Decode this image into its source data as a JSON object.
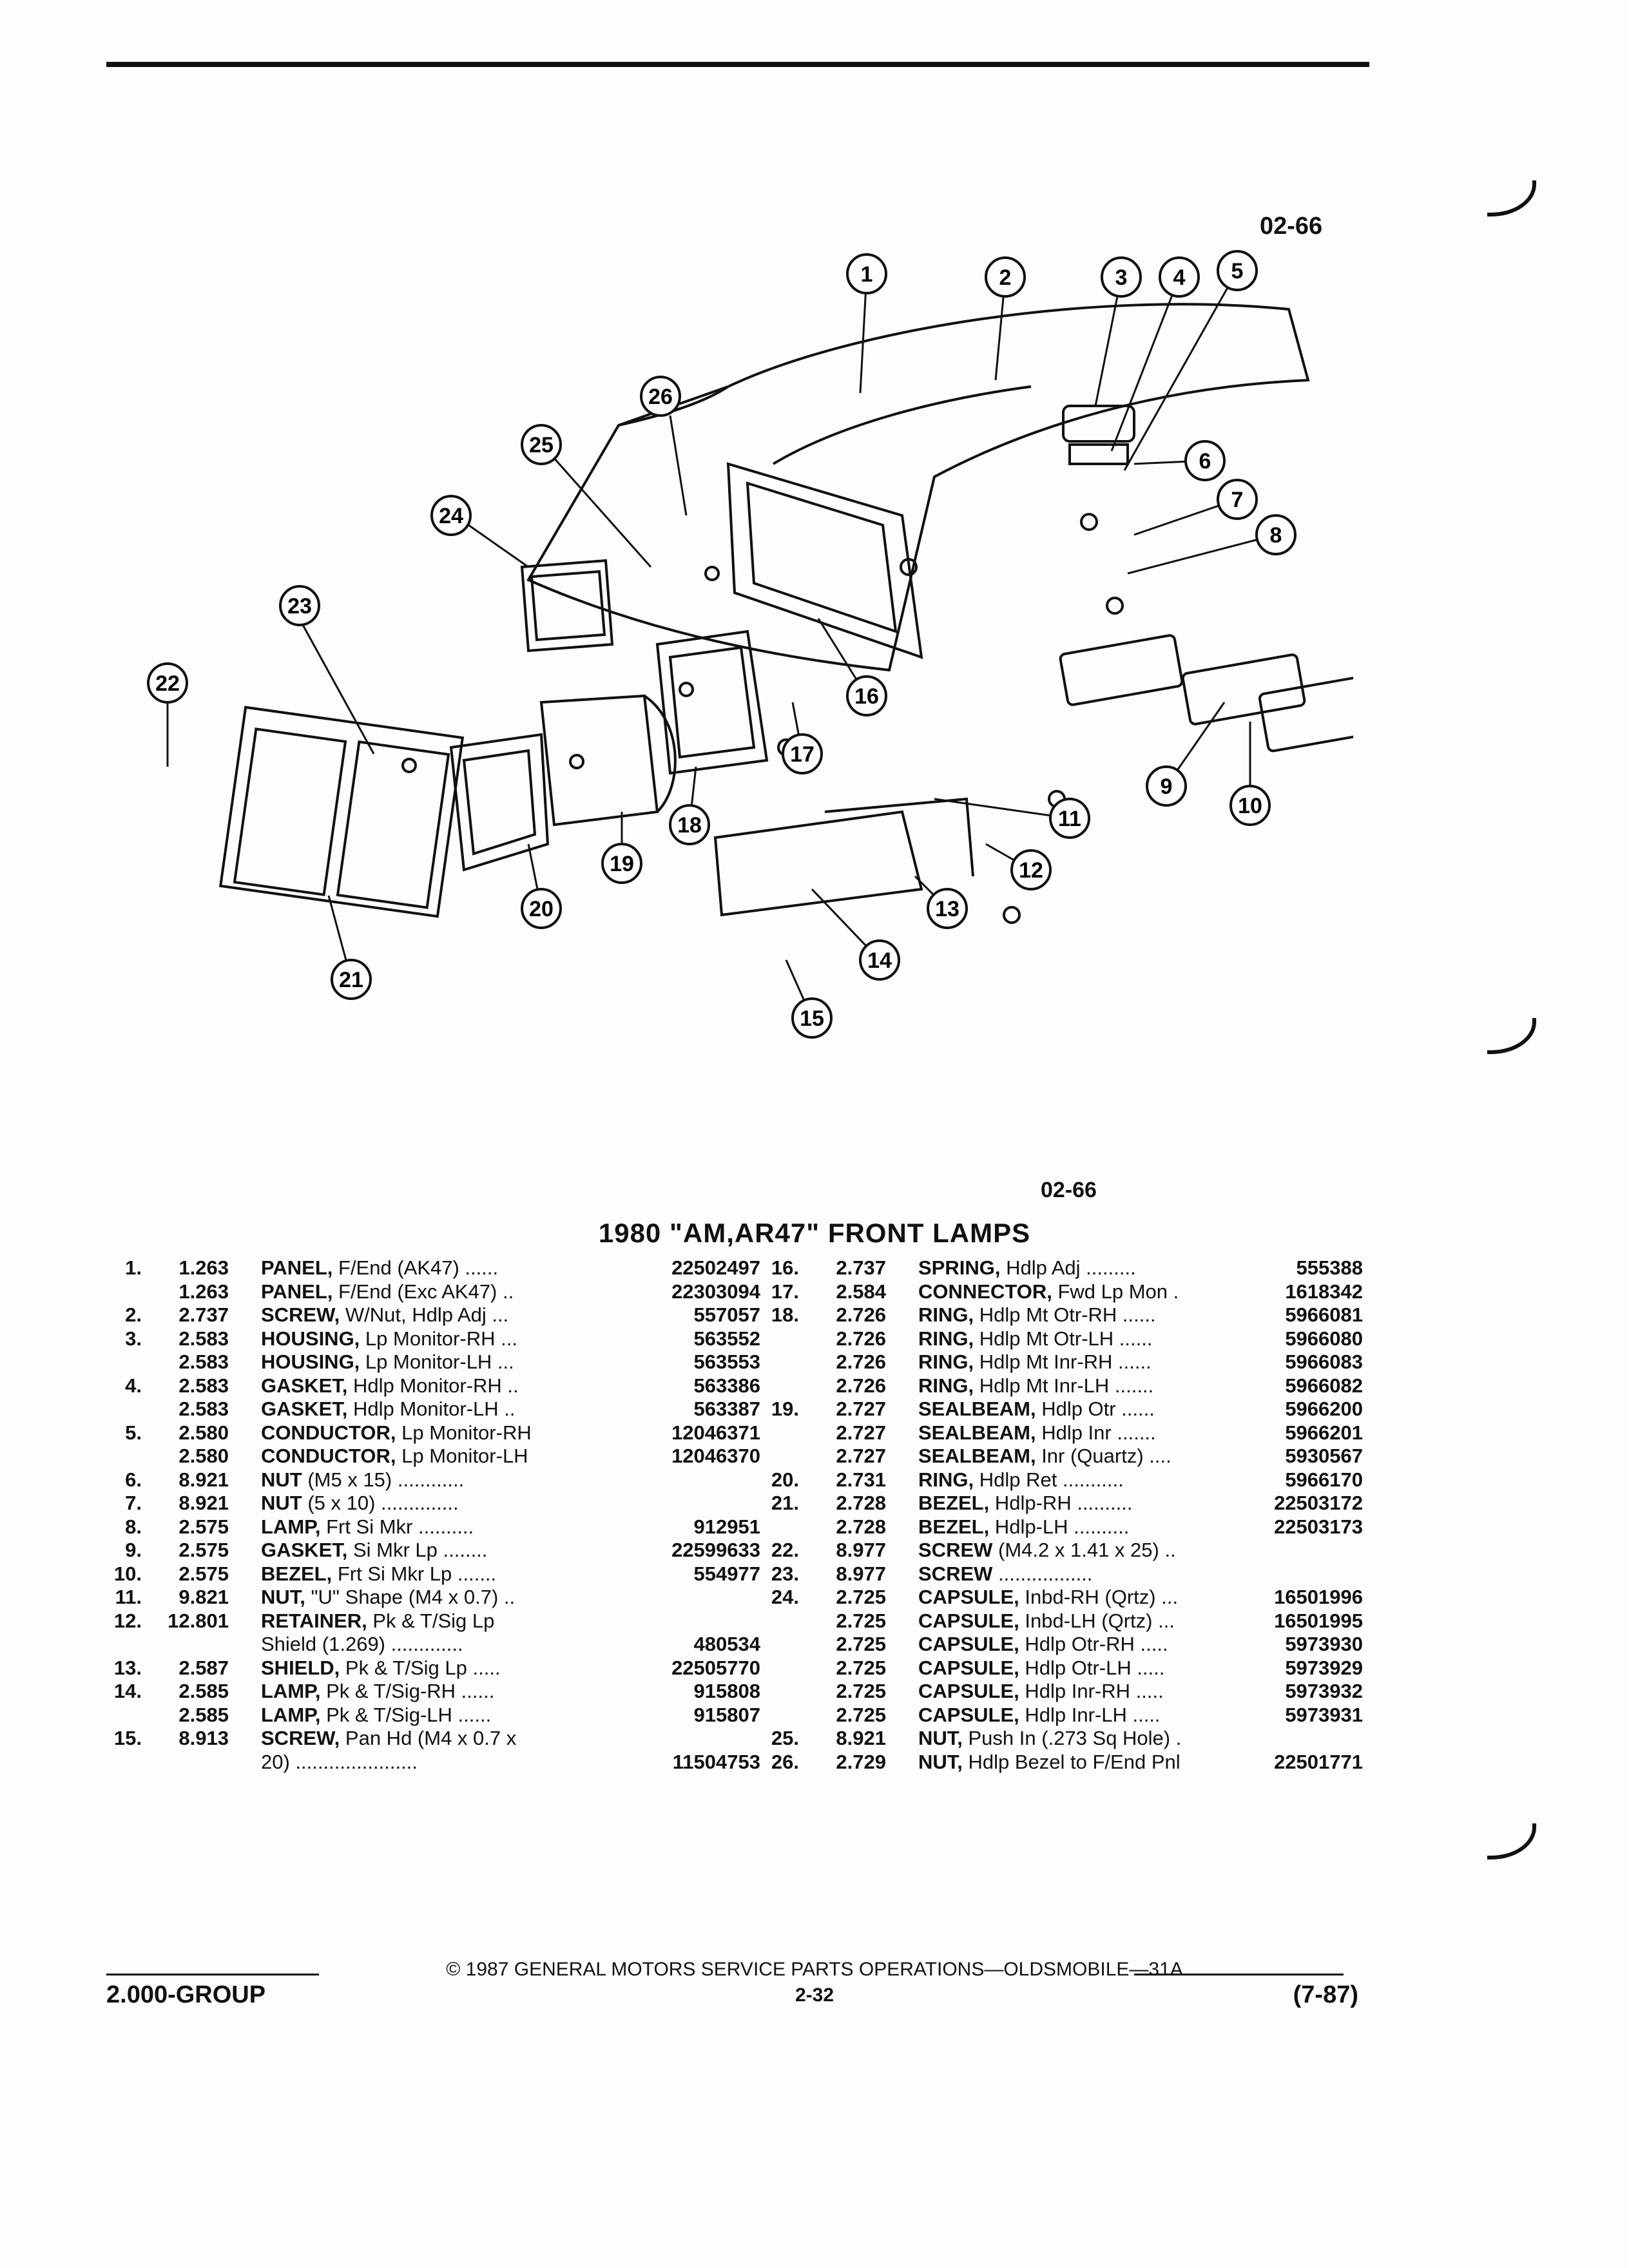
{
  "figure_code_top": "02-66",
  "figure_code_bottom": "02-66",
  "callouts": [
    "1",
    "2",
    "3",
    "4",
    "5",
    "6",
    "7",
    "8",
    "9",
    "10",
    "11",
    "12",
    "13",
    "14",
    "15",
    "16",
    "17",
    "18",
    "19",
    "20",
    "21",
    "22",
    "23",
    "24",
    "25",
    "26"
  ],
  "title": "1980 \"AM,AR47\" FRONT LAMPS",
  "left_column": [
    {
      "ref": "1.",
      "group": "1.263",
      "name": "PANEL,",
      "desc": " F/End (AK47)",
      "dots": " ......",
      "part": "22502497"
    },
    {
      "ref": "",
      "group": "1.263",
      "name": "PANEL,",
      "desc": " F/End (Exc AK47)",
      "dots": " ..",
      "part": "22303094"
    },
    {
      "ref": "2.",
      "group": "2.737",
      "name": "SCREW,",
      "desc": " W/Nut, Hdlp Adj",
      "dots": " ...",
      "part": "557057"
    },
    {
      "ref": "3.",
      "group": "2.583",
      "name": "HOUSING,",
      "desc": " Lp Monitor-RH",
      "dots": " ...",
      "part": "563552"
    },
    {
      "ref": "",
      "group": "2.583",
      "name": "HOUSING,",
      "desc": " Lp Monitor-LH",
      "dots": " ...",
      "part": "563553"
    },
    {
      "ref": "4.",
      "group": "2.583",
      "name": "GASKET,",
      "desc": " Hdlp Monitor-RH",
      "dots": " ..",
      "part": "563386"
    },
    {
      "ref": "",
      "group": "2.583",
      "name": "GASKET,",
      "desc": " Hdlp Monitor-LH",
      "dots": " ..",
      "part": "563387"
    },
    {
      "ref": "5.",
      "group": "2.580",
      "name": "CONDUCTOR,",
      "desc": " Lp Monitor-RH",
      "dots": "",
      "part": "12046371"
    },
    {
      "ref": "",
      "group": "2.580",
      "name": "CONDUCTOR,",
      "desc": " Lp Monitor-LH",
      "dots": "",
      "part": "12046370"
    },
    {
      "ref": "6.",
      "group": "8.921",
      "name": "NUT",
      "desc": " (M5 x 15)",
      "dots": " ............",
      "part": ""
    },
    {
      "ref": "7.",
      "group": "8.921",
      "name": "NUT",
      "desc": " (5 x 10)",
      "dots": " ..............",
      "part": ""
    },
    {
      "ref": "8.",
      "group": "2.575",
      "name": "LAMP,",
      "desc": " Frt Si Mkr",
      "dots": " ..........",
      "part": "912951"
    },
    {
      "ref": "9.",
      "group": "2.575",
      "name": "GASKET,",
      "desc": " Si Mkr Lp",
      "dots": " ........",
      "part": "22599633"
    },
    {
      "ref": "10.",
      "group": "2.575",
      "name": "BEZEL,",
      "desc": " Frt Si Mkr Lp",
      "dots": " .......",
      "part": "554977"
    },
    {
      "ref": "11.",
      "group": "9.821",
      "name": "NUT,",
      "desc": " \"U\" Shape (M4 x 0.7)",
      "dots": " ..",
      "part": ""
    },
    {
      "ref": "12.",
      "group": "12.801",
      "name": "RETAINER,",
      "desc": " Pk & T/Sig Lp",
      "dots": "",
      "part": ""
    },
    {
      "ref": "",
      "group": "",
      "name": "",
      "desc": "Shield (1.269)",
      "dots": " .............",
      "part": "480534"
    },
    {
      "ref": "13.",
      "group": "2.587",
      "name": "SHIELD,",
      "desc": " Pk & T/Sig Lp",
      "dots": " .....",
      "part": "22505770"
    },
    {
      "ref": "14.",
      "group": "2.585",
      "name": "LAMP,",
      "desc": " Pk & T/Sig-RH",
      "dots": " ......",
      "part": "915808"
    },
    {
      "ref": "",
      "group": "2.585",
      "name": "LAMP,",
      "desc": " Pk & T/Sig-LH",
      "dots": " ......",
      "part": "915807"
    },
    {
      "ref": "15.",
      "group": "8.913",
      "name": "SCREW,",
      "desc": " Pan Hd (M4 x 0.7 x",
      "dots": "",
      "part": ""
    },
    {
      "ref": "",
      "group": "",
      "name": "",
      "desc": "20)",
      "dots": " ......................",
      "part": "11504753"
    }
  ],
  "right_column": [
    {
      "ref": "16.",
      "group": "2.737",
      "name": "SPRING,",
      "desc": " Hdlp Adj",
      "dots": " .........",
      "part": "555388"
    },
    {
      "ref": "17.",
      "group": "2.584",
      "name": "CONNECTOR,",
      "desc": " Fwd Lp Mon",
      "dots": " .",
      "part": "1618342"
    },
    {
      "ref": "18.",
      "group": "2.726",
      "name": "RING,",
      "desc": " Hdlp Mt Otr-RH",
      "dots": " ......",
      "part": "5966081"
    },
    {
      "ref": "",
      "group": "2.726",
      "name": "RING,",
      "desc": " Hdlp Mt Otr-LH",
      "dots": " ......",
      "part": "5966080"
    },
    {
      "ref": "",
      "group": "2.726",
      "name": "RING,",
      "desc": " Hdlp Mt Inr-RH",
      "dots": " ......",
      "part": "5966083"
    },
    {
      "ref": "",
      "group": "2.726",
      "name": "RING,",
      "desc": " Hdlp Mt Inr-LH",
      "dots": " .......",
      "part": "5966082"
    },
    {
      "ref": "19.",
      "group": "2.727",
      "name": "SEALBEAM,",
      "desc": " Hdlp Otr",
      "dots": " ......",
      "part": "5966200"
    },
    {
      "ref": "",
      "group": "2.727",
      "name": "SEALBEAM,",
      "desc": " Hdlp Inr",
      "dots": " .......",
      "part": "5966201"
    },
    {
      "ref": "",
      "group": "2.727",
      "name": "SEALBEAM,",
      "desc": " Inr (Quartz)",
      "dots": " ....",
      "part": "5930567"
    },
    {
      "ref": "20.",
      "group": "2.731",
      "name": "RING,",
      "desc": " Hdlp Ret",
      "dots": " ...........",
      "part": "5966170"
    },
    {
      "ref": "21.",
      "group": "2.728",
      "name": "BEZEL,",
      "desc": " Hdlp-RH",
      "dots": " ..........",
      "part": "22503172"
    },
    {
      "ref": "",
      "group": "2.728",
      "name": "BEZEL,",
      "desc": " Hdlp-LH",
      "dots": " ..........",
      "part": "22503173"
    },
    {
      "ref": "22.",
      "group": "8.977",
      "name": "SCREW",
      "desc": " (M4.2 x 1.41 x 25)",
      "dots": " ..",
      "part": ""
    },
    {
      "ref": "23.",
      "group": "8.977",
      "name": "SCREW",
      "desc": "",
      "dots": " .................",
      "part": ""
    },
    {
      "ref": "24.",
      "group": "2.725",
      "name": "CAPSULE,",
      "desc": " Inbd-RH (Qrtz)",
      "dots": " ...",
      "part": "16501996"
    },
    {
      "ref": "",
      "group": "2.725",
      "name": "CAPSULE,",
      "desc": " Inbd-LH (Qrtz)",
      "dots": " ...",
      "part": "16501995"
    },
    {
      "ref": "",
      "group": "2.725",
      "name": "CAPSULE,",
      "desc": " Hdlp Otr-RH",
      "dots": " .....",
      "part": "5973930"
    },
    {
      "ref": "",
      "group": "2.725",
      "name": "CAPSULE,",
      "desc": " Hdlp Otr-LH",
      "dots": " .....",
      "part": "5973929"
    },
    {
      "ref": "",
      "group": "2.725",
      "name": "CAPSULE,",
      "desc": " Hdlp Inr-RH",
      "dots": " .....",
      "part": "5973932"
    },
    {
      "ref": "",
      "group": "2.725",
      "name": "CAPSULE,",
      "desc": " Hdlp Inr-LH",
      "dots": " .....",
      "part": "5973931"
    },
    {
      "ref": "25.",
      "group": "8.921",
      "name": "NUT,",
      "desc": " Push In (.273 Sq Hole)",
      "dots": " .",
      "part": ""
    },
    {
      "ref": "26.",
      "group": "2.729",
      "name": "NUT,",
      "desc": " Hdlp Bezel to F/End Pnl",
      "dots": "",
      "part": "22501771"
    }
  ],
  "footer": {
    "copyright": "© 1987 GENERAL MOTORS SERVICE PARTS OPERATIONS—OLDSMOBILE—31A",
    "group": "2.000-GROUP",
    "page": "2-32",
    "date": "(7-87)"
  }
}
